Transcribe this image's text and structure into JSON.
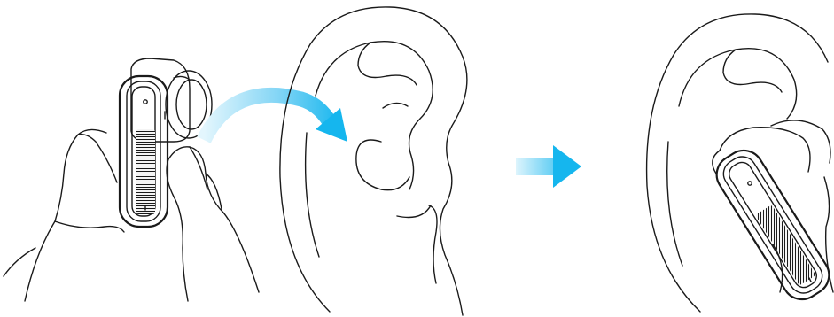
{
  "figure": {
    "panels": [
      "hand-holding-earbud",
      "ear",
      "earbud-in-ear"
    ],
    "icons": {
      "insert_arrow": "curved-arrow-icon",
      "step_arrow": "right-arrow-icon"
    },
    "colors": {
      "line": "#1a1a1a",
      "arrow_light": "#e3f6fd",
      "arrow_dark": "#15b6ee",
      "background": "#ffffff"
    }
  }
}
